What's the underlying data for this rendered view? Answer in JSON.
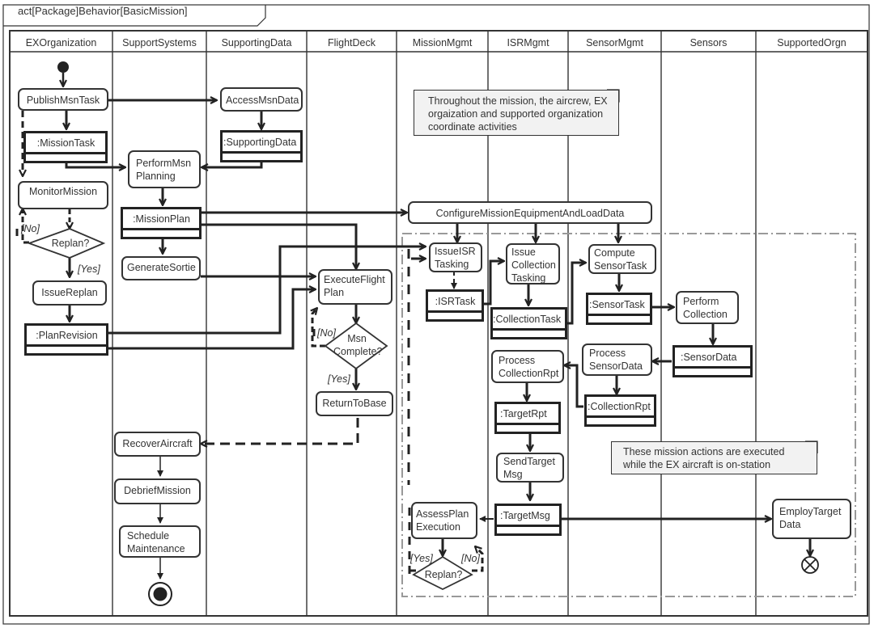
{
  "frame": {
    "title": "act[Package]Behavior[BasicMission]"
  },
  "lanes": [
    {
      "name": "EXOrganization"
    },
    {
      "name": "SupportSystems"
    },
    {
      "name": "SupportingData"
    },
    {
      "name": "FlightDeck"
    },
    {
      "name": "MissionMgmt"
    },
    {
      "name": "ISRMgmt"
    },
    {
      "name": "SensorMgmt"
    },
    {
      "name": "Sensors"
    },
    {
      "name": "SupportedOrgn"
    }
  ],
  "actions": {
    "publish_msn_task": "PublishMsnTask",
    "access_msn_data": "AccessMsnData",
    "perform_msn_planning": "PerformMsn Planning",
    "monitor_mission": "MonitorMission",
    "generate_sortie": "GenerateSortie",
    "issue_replan": "IssueReplan",
    "configure_mission_equipment": "ConfigureMissionEquipmentAndLoadData",
    "issue_isr_tasking": "IssueISR Tasking",
    "issue_collection_tasking": "Issue Collection Tasking",
    "compute_sensor_task": "Compute SensorTask",
    "execute_flight_plan": "ExecuteFlight Plan",
    "perform_collection": "Perform Collection",
    "process_collection_rpt": "Process CollectionRpt",
    "process_sensor_data": "Process SensorData",
    "return_to_base": "ReturnToBase",
    "recover_aircraft": "RecoverAircraft",
    "debrief_mission": "DebriefMission",
    "schedule_maintenance": "Schedule Maintenance",
    "send_target_msg": "SendTarget Msg",
    "assess_plan_execution": "AssessPlan Execution",
    "employ_target_data": "EmployTarget Data"
  },
  "objects": {
    "mission_task": ":MissionTask",
    "supporting_data": ":SupportingData",
    "mission_plan": ":MissionPlan",
    "plan_revision": ":PlanRevision",
    "isr_task": ":ISRTask",
    "collection_task": ":CollectionTask",
    "sensor_task": ":SensorTask",
    "sensor_data": ":SensorData",
    "collection_rpt": ":CollectionRpt",
    "target_rpt": ":TargetRpt",
    "target_msg": ":TargetMsg"
  },
  "decisions": {
    "replan_1": "Replan?",
    "msn_complete": "Msn Complete?",
    "replan_2": "Replan?"
  },
  "guards": {
    "no_1": "[No]",
    "yes_1": "[Yes]",
    "no_2": "[No]",
    "yes_2": "[Yes]",
    "yes_3": "[Yes]",
    "no_3": "[No]"
  },
  "notes": {
    "coordination": "Throughout the mission, the aircrew, EX orgaization and supported organization coordinate activities",
    "on_station": "These mission actions are executed while the EX aircraft is on-station"
  }
}
